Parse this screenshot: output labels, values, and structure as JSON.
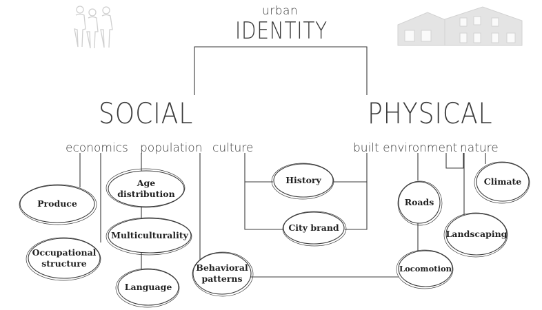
{
  "title": {
    "small": "urban",
    "big": "IDENTITY"
  },
  "categories": {
    "social": "SOCIAL",
    "physical": "PHYSICAL"
  },
  "subcategories": {
    "economics": "economics",
    "population": "population",
    "culture": "culture",
    "built_environment": "built environment",
    "nature": "nature"
  },
  "nodes": {
    "produce": "Produce",
    "occupational_structure": "Occupational structure",
    "age_distribution": "Age distribution",
    "multiculturality": "Multiculturality",
    "language": "Language",
    "behavioral_patterns": "Behavioral patterns",
    "history": "History",
    "city_brand": "City brand",
    "roads": "Roads",
    "locomotion": "Locomotion",
    "landscaping": "Landscaping",
    "climate": "Climate"
  },
  "icons": {
    "people": "people-silhouette-icon",
    "building": "building-icon"
  },
  "colors": {
    "line": "#3a3a3a",
    "icon_faded": "#d6d6d6",
    "text": "#333333"
  }
}
